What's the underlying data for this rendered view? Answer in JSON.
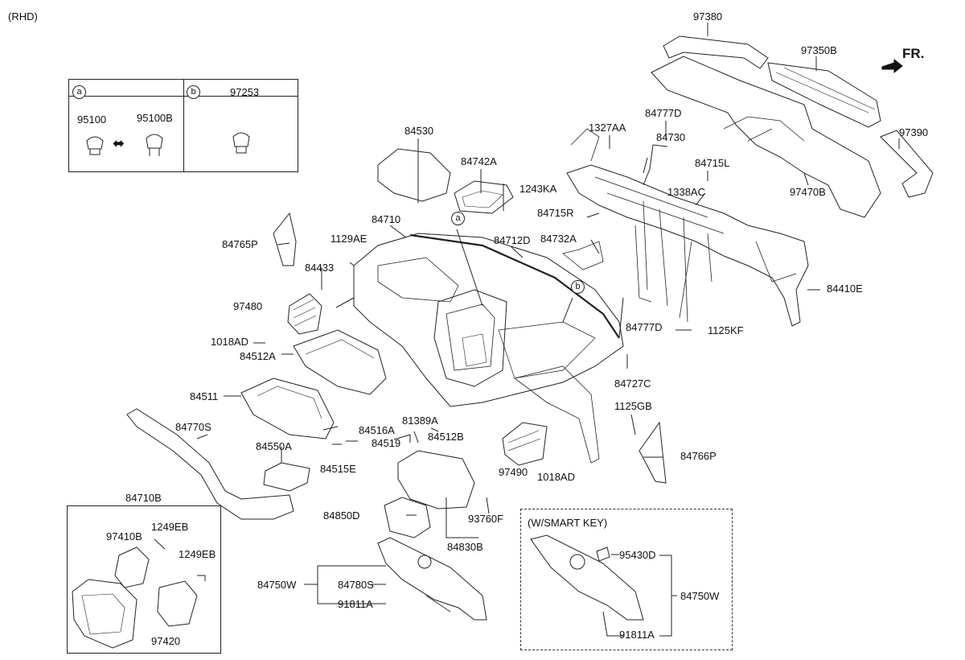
{
  "header": {
    "variant": "(RHD)",
    "front_marker": "FR."
  },
  "legend_box": {
    "cell_a": {
      "circle": "a",
      "part_left": "95100",
      "part_right": "95100B",
      "swap_symbol": "⬌"
    },
    "cell_b": {
      "circle": "b",
      "part": "97253"
    }
  },
  "callouts": {
    "a": "a",
    "b": "b"
  },
  "parts": {
    "p97380": "97380",
    "p97350B": "97350B",
    "p97390": "97390",
    "p97470B": "97470B",
    "p84777D_top": "84777D",
    "p1327AA": "1327AA",
    "p84730": "84730",
    "p84715L": "84715L",
    "p1338AC": "1338AC",
    "p84530": "84530",
    "p84742A": "84742A",
    "p1243KA": "1243KA",
    "p84715R": "84715R",
    "p84732A": "84732A",
    "p84710": "84710",
    "p84712D": "84712D",
    "p84765P": "84765P",
    "p1129AE": "1129AE",
    "p84433": "84433",
    "p84410E": "84410E",
    "p97480": "97480",
    "p1018AD_l": "1018AD",
    "p84512A": "84512A",
    "p84777D_mid": "84777D",
    "p1125KF": "1125KF",
    "p84727C": "84727C",
    "p84511": "84511",
    "p81389A": "81389A",
    "p1125GB": "1125GB",
    "p84770S": "84770S",
    "p84516A": "84516A",
    "p84512B": "84512B",
    "p84519": "84519",
    "p84550A": "84550A",
    "p84515E": "84515E",
    "p97490": "97490",
    "p1018AD_r": "1018AD",
    "p84766P": "84766P",
    "p93760F": "93760F",
    "p84850D": "84850D",
    "p84830B": "84830B",
    "p84750W": "84750W",
    "p84780S": "84780S",
    "p91811A": "91811A"
  },
  "inset_left": {
    "title": "84710B",
    "p1249EB_1": "1249EB",
    "p97410B": "97410B",
    "p1249EB_2": "1249EB",
    "p97420": "97420"
  },
  "inset_smart_key": {
    "title": "(W/SMART KEY)",
    "p95430D": "95430D",
    "p84750W": "84750W",
    "p91811A": "91811A"
  }
}
